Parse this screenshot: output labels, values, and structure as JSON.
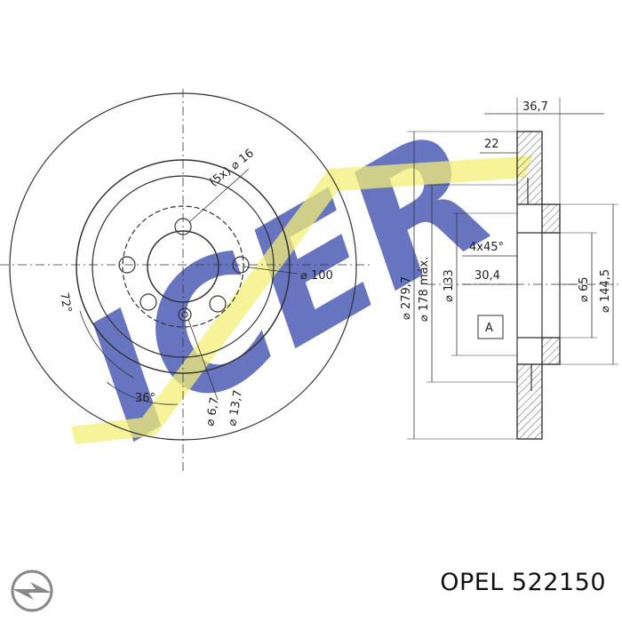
{
  "drawing": {
    "watermark": "ICER",
    "front_view": {
      "holes_label": "(5x) ⌀ 16",
      "pcd_label": "⌀ 100",
      "angle_72": "72°",
      "angle_36": "36°",
      "small_hole_1": "⌀ 6,7",
      "small_hole_2": "⌀ 13,7"
    },
    "side_view": {
      "total_width": "36,7",
      "disc_thickness": "22",
      "chamfer": "4x45°",
      "hub_depth": "30,4",
      "outer_diameter": "⌀ 279,7",
      "max_diameter": "⌀ 178 máx.",
      "inner_diameter": "⌀ 133",
      "center_bore": "⌀ 65",
      "hat_diameter": "⌀ 144,5",
      "datum": "A"
    }
  },
  "brand": {
    "logo": "opel-logo-icon",
    "name": "OPEL",
    "part_number": "522150"
  }
}
